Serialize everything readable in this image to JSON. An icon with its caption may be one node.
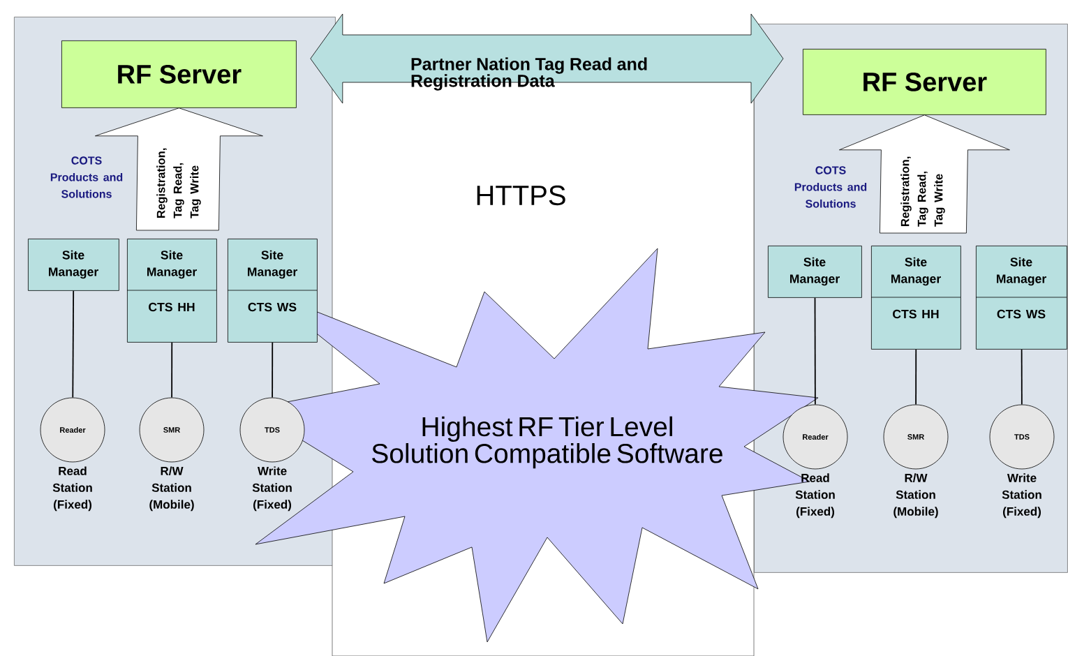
{
  "diagram": {
    "nodes": [
      {
        "text": [],
        "shape": "box"
      },
      {
        "text": [
          "RF Server"
        ],
        "in": 0
      },
      {
        "text": [
          "Site Manager"
        ],
        "in": 0
      },
      {
        "text": [
          "Site Manager",
          "CTS HH"
        ],
        "in": 0
      },
      {
        "text": [
          "Site Manager",
          "CTS WS"
        ],
        "in": 0
      },
      {
        "text": [
          "Reader"
        ],
        "in": 0,
        "beside": [
          "Read Station (Fixed)"
        ]
      },
      {
        "text": [
          "SMR"
        ],
        "in": 0,
        "beside": [
          "R/W Station (Mobile)"
        ]
      },
      {
        "text": [
          "TDS"
        ],
        "in": 0,
        "beside": [
          "Write Station (Fixed)"
        ]
      },
      {
        "text": [
          "HTTPS"
        ]
      },
      {
        "text": [],
        "shape": "box"
      },
      {
        "text": [
          "RF Server"
        ],
        "in": 9
      },
      {
        "text": [
          "Site Manager"
        ],
        "in": 9
      },
      {
        "text": [
          "Site Manager",
          "CTS HH"
        ],
        "in": 9
      },
      {
        "text": [
          "Site Manager",
          "CTS WS"
        ],
        "in": 9
      },
      {
        "text": [
          "Reader"
        ],
        "in": 9,
        "beside": [
          "Read Station (Fixed)"
        ]
      },
      {
        "text": [
          "SMR"
        ],
        "in": 9,
        "beside": [
          "R/W Station (Mobile)"
        ]
      },
      {
        "text": [
          "TDS"
        ],
        "in": 9,
        "beside": [
          "Write Station (Fixed)"
        ]
      },
      {
        "text": [
          "Highest RF Tier Level Solution Compatible Software"
        ]
      }
    ],
    "edges": [
      {
        "from": 0,
        "to": 9,
        "arrow": "both",
        "label": "Partner Nation Tag Read and Registration Data",
        "style": "thick"
      },
      {
        "from": 3,
        "to": 1,
        "arrow": "to",
        "label": "Registration, Tag Read, Tag Write",
        "style": "thick"
      },
      {
        "from": 12,
        "to": 10,
        "arrow": "to",
        "label": "Registration, Tag Read, Tag Write",
        "style": "thick"
      },
      {
        "from": 2,
        "to": 5,
        "arrow": "none"
      },
      {
        "from": 3,
        "to": 6,
        "arrow": "none"
      },
      {
        "from": 4,
        "to": 7,
        "arrow": "none"
      },
      {
        "from": 11,
        "to": 14,
        "arrow": "none"
      },
      {
        "from": 12,
        "to": 15,
        "arrow": "none"
      },
      {
        "from": 13,
        "to": 16,
        "arrow": "none"
      }
    ],
    "labels": [
      "COTS Products and Solutions",
      "COTS Products and Solutions"
    ]
  }
}
